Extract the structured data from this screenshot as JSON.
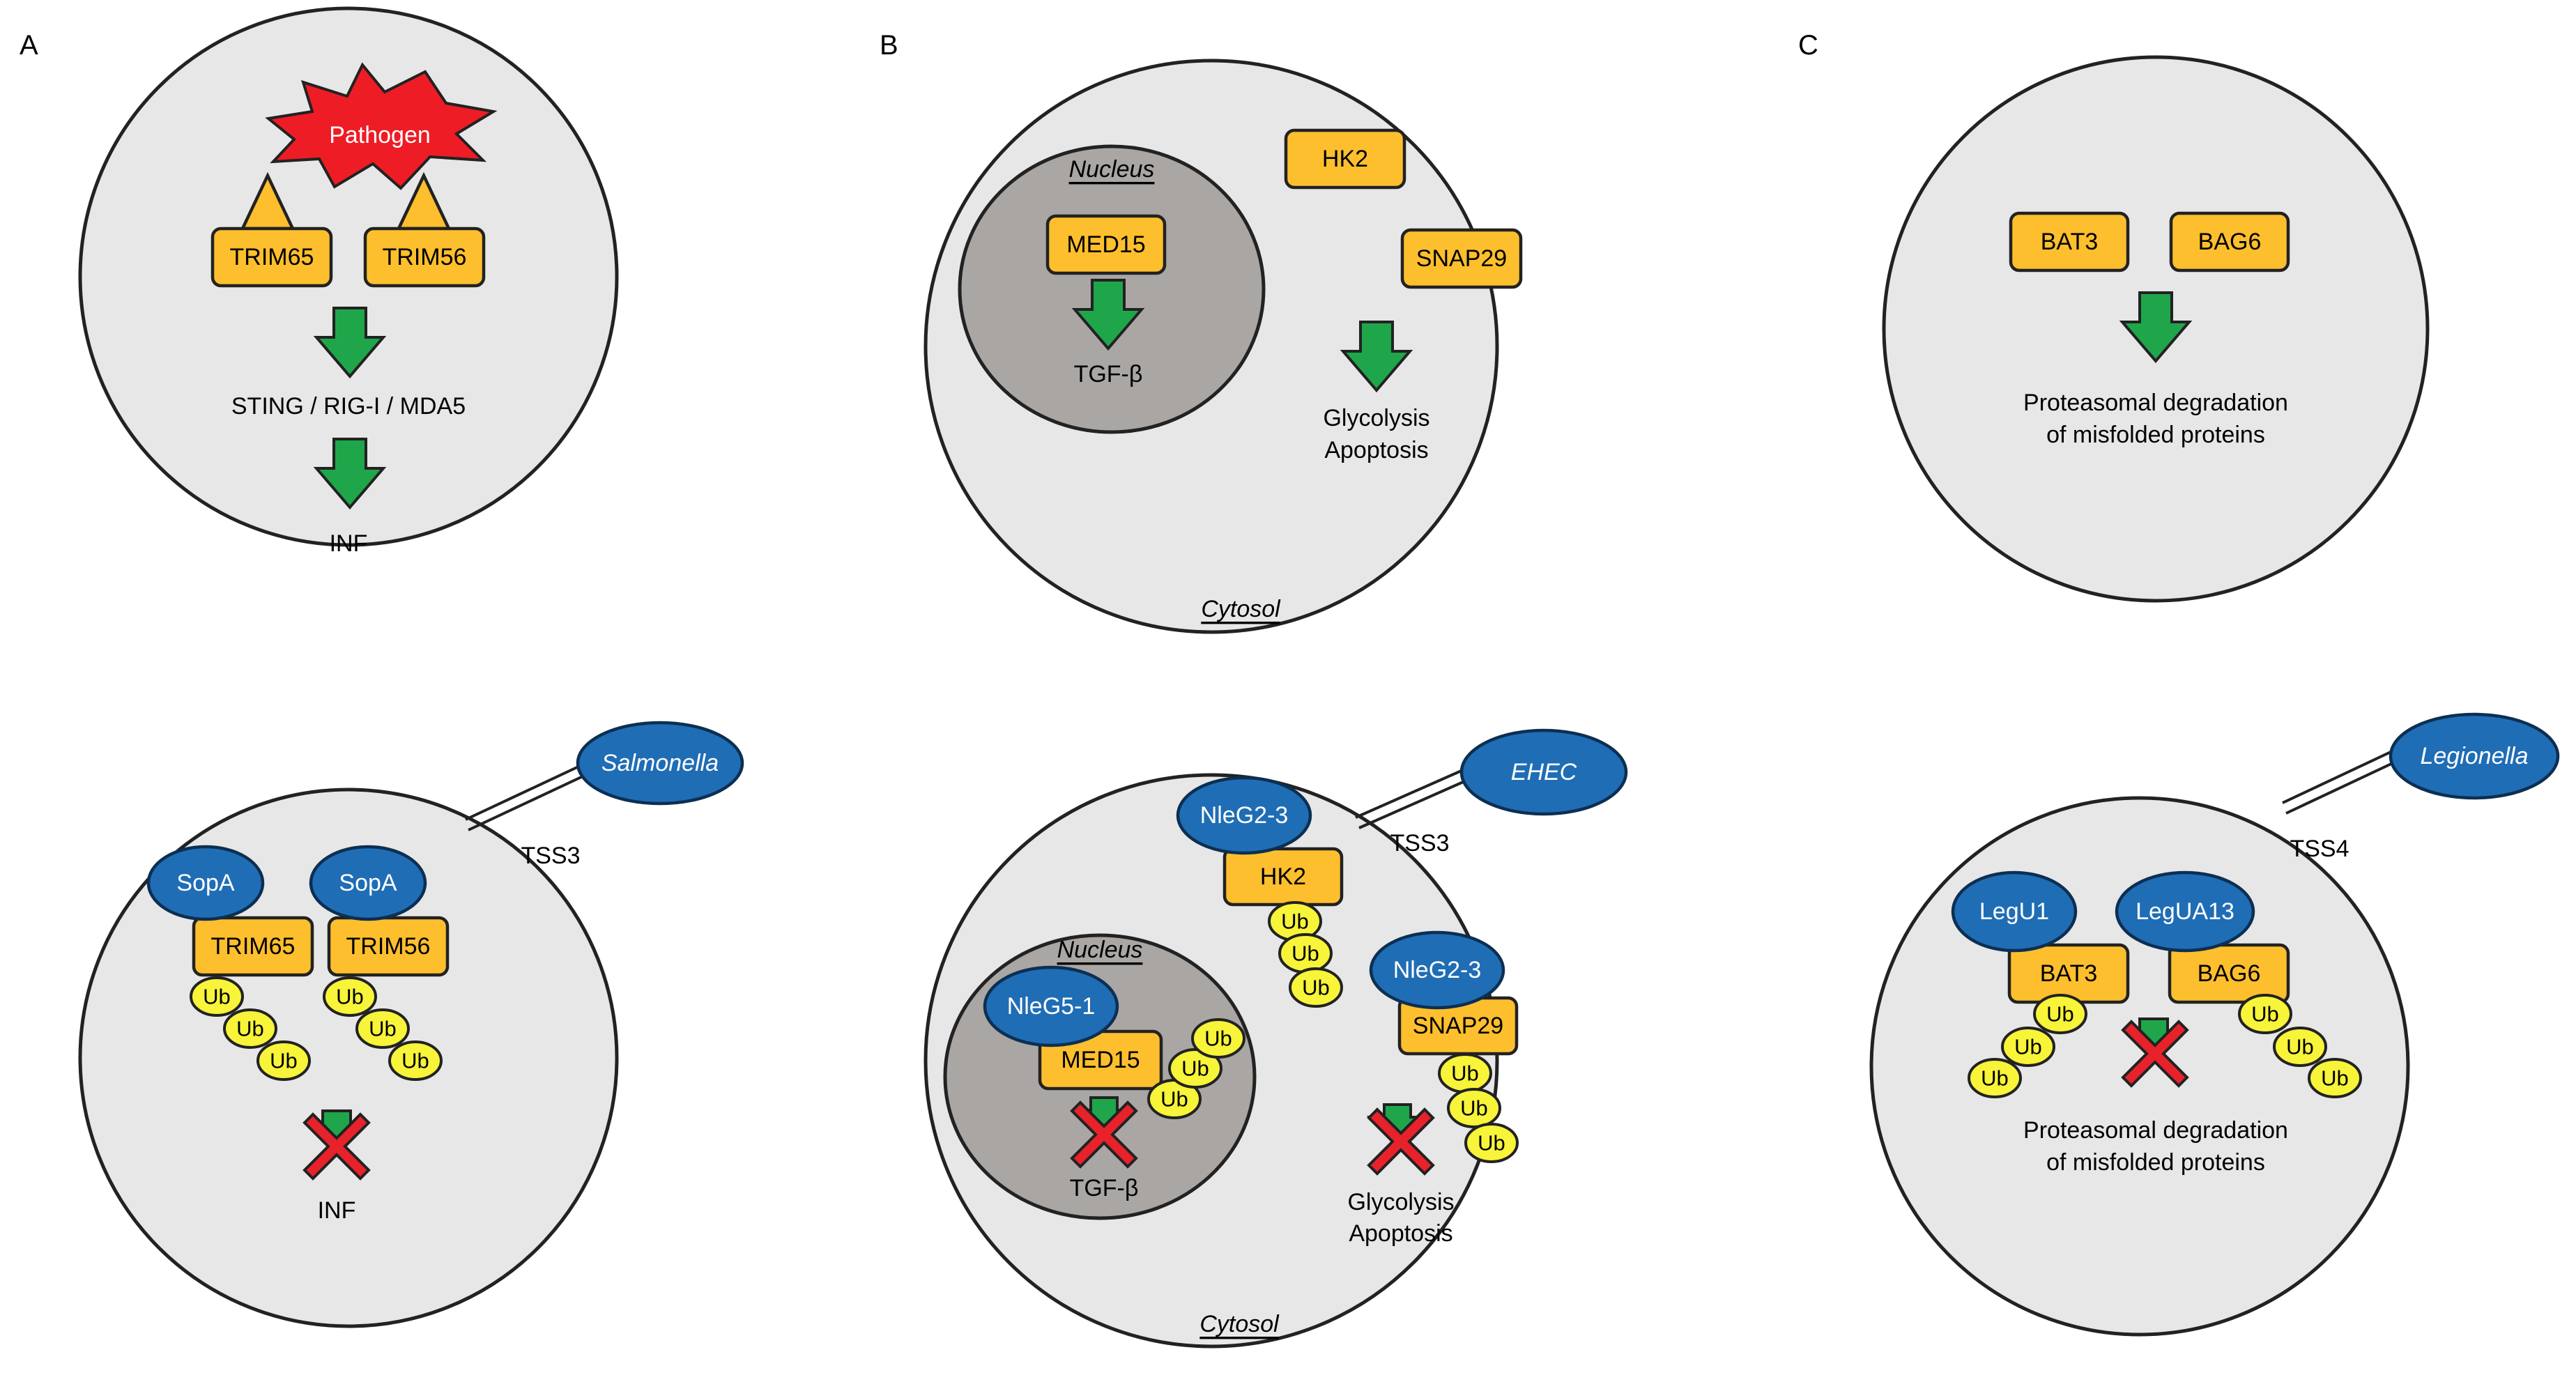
{
  "panels": {
    "a": {
      "letter": "A",
      "pathogen": "Pathogen",
      "trim65": "TRIM65",
      "trim56": "TRIM56",
      "pathway": "STING / RIG-I / MDA5",
      "output": "INF",
      "bacterium": "Salmonella",
      "secretion": "TSS3",
      "effector1": "SopA",
      "effector2": "SopA",
      "trim65_b": "TRIM65",
      "trim56_b": "TRIM56",
      "output_b": "INF"
    },
    "b": {
      "letter": "B",
      "nucleus": "Nucleus",
      "med15": "MED15",
      "tgf": "TGF-β",
      "hk2": "HK2",
      "snap29": "SNAP29",
      "outcome_line1": "Glycolysis",
      "outcome_line2": "Apoptosis",
      "cytosol": "Cytosol",
      "bacterium": "EHEC",
      "secretion": "TSS3",
      "effector_hk2": "NleG2-3",
      "hk2_b": "HK2",
      "effector_snap": "NleG2-3",
      "snap29_b": "SNAP29",
      "nucleus_b": "Nucleus",
      "effector_med": "NleG5-1",
      "med15_b": "MED15",
      "tgf_b": "TGF-β",
      "outcome_b_line1": "Glycolysis",
      "outcome_b_line2": "Apoptosis",
      "cytosol_b": "Cytosol"
    },
    "c": {
      "letter": "C",
      "bat3": "BAT3",
      "bag6": "BAG6",
      "outcome_line1": "Proteasomal degradation",
      "outcome_line2": "of misfolded proteins",
      "bacterium": "Legionella",
      "secretion": "TSS4",
      "effector1": "LegU1",
      "effector2": "LegUA13",
      "bat3_b": "BAT3",
      "bag6_b": "BAG6",
      "outcome_b_line1": "Proteasomal degradation",
      "outcome_b_line2": "of misfolded proteins"
    }
  },
  "ubiquitin": "Ub",
  "colors": {
    "cell": "#e7e7e7",
    "nucleus": "#a9a6a4",
    "protein": "#fdbf2d",
    "effector": "#1f6db5",
    "ubiquitin": "#f7f43a",
    "activation_arrow": "#1fa64a",
    "block_cross": "#e8222a",
    "pathogen": "#ee1c25"
  }
}
